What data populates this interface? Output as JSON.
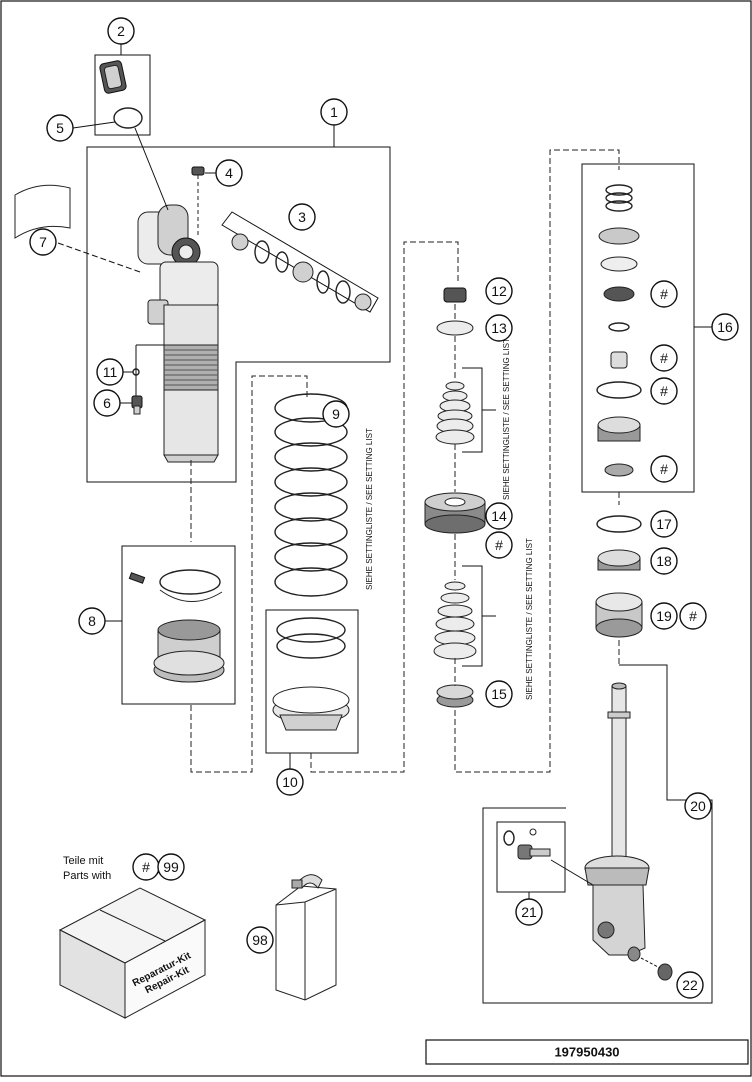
{
  "callouts": [
    {
      "id": "c1",
      "label": "1"
    },
    {
      "id": "c2",
      "label": "2"
    },
    {
      "id": "c3",
      "label": "3"
    },
    {
      "id": "c4",
      "label": "4"
    },
    {
      "id": "c5",
      "label": "5"
    },
    {
      "id": "c6",
      "label": "6"
    },
    {
      "id": "c7",
      "label": "7"
    },
    {
      "id": "c8",
      "label": "8"
    },
    {
      "id": "c9",
      "label": "9"
    },
    {
      "id": "c10",
      "label": "10"
    },
    {
      "id": "c11",
      "label": "11"
    },
    {
      "id": "c12",
      "label": "12"
    },
    {
      "id": "c13",
      "label": "13"
    },
    {
      "id": "c14",
      "label": "14"
    },
    {
      "id": "c15",
      "label": "15"
    },
    {
      "id": "c16",
      "label": "16"
    },
    {
      "id": "c17",
      "label": "17"
    },
    {
      "id": "c18",
      "label": "18"
    },
    {
      "id": "c19",
      "label": "19"
    },
    {
      "id": "c20",
      "label": "20"
    },
    {
      "id": "c21",
      "label": "21"
    },
    {
      "id": "c22",
      "label": "22"
    },
    {
      "id": "c98",
      "label": "98"
    },
    {
      "id": "c99",
      "label": "99"
    }
  ],
  "hash_mark": "#",
  "setting_list_text": "SIEHE SETTINGLISTE / SEE SETTING LIST",
  "legend": {
    "line1": "Teile mit",
    "line2": "Parts with"
  },
  "repair_kit": {
    "line1": "Reparatur-Kit",
    "line2": "Repair-Kit"
  },
  "diagram_number": "197950430"
}
